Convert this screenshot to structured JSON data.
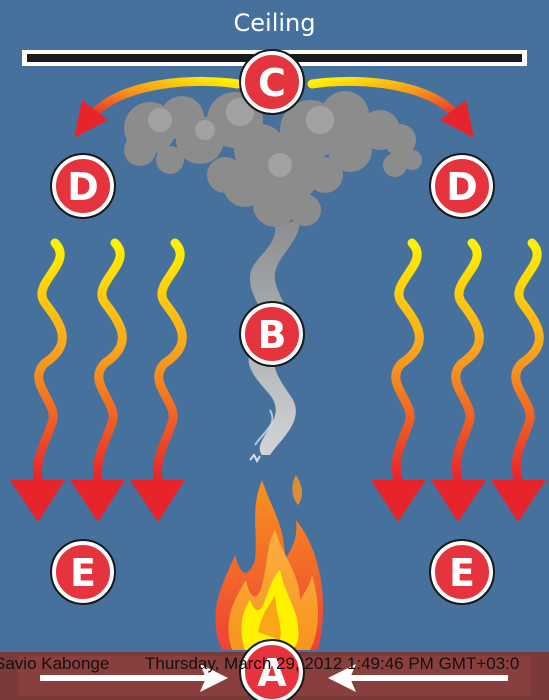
{
  "ceiling": {
    "label": "Ceiling"
  },
  "markers": {
    "a": "A",
    "b": "B",
    "c": "C",
    "d_left": "D",
    "d_right": "D",
    "e_left": "E",
    "e_right": "E"
  },
  "footer": {
    "author": "Savio Kabonge",
    "timestamp": "Thursday, March 29, 2012 1:49:46 PM GMT+03:0"
  },
  "colors": {
    "background": "#46719d",
    "marker_fill": "#e5343d",
    "heat_top": "#ffed00",
    "heat_bottom": "#e7242c",
    "smoke": "#9a9a9a",
    "footer_bar": "#7b3a3a"
  }
}
